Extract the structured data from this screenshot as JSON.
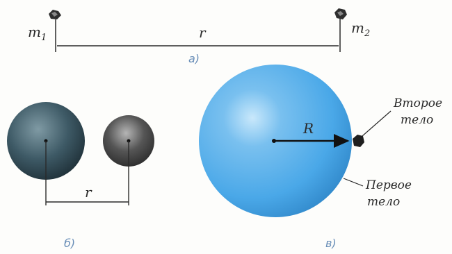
{
  "panel_a": {
    "mass1_label": "m",
    "mass1_sub": "1",
    "mass2_label": "m",
    "mass2_sub": "2",
    "distance_label": "r",
    "caption": "а)"
  },
  "panel_b": {
    "distance_label": "r",
    "caption": "б)"
  },
  "panel_c": {
    "radius_label": "R",
    "second_body_label": [
      "Второе",
      "тело"
    ],
    "first_body_label": [
      "Первое",
      "тело"
    ],
    "caption": "в)"
  },
  "colors": {
    "line": "#2a2a2a",
    "caption": "#6a8fb8",
    "earth": "#4aa8e8",
    "ball_large": "#3e5a66",
    "ball_small": "#4a4a4a"
  },
  "icons": [
    "asteroid-icon",
    "sphere",
    "arrow"
  ]
}
